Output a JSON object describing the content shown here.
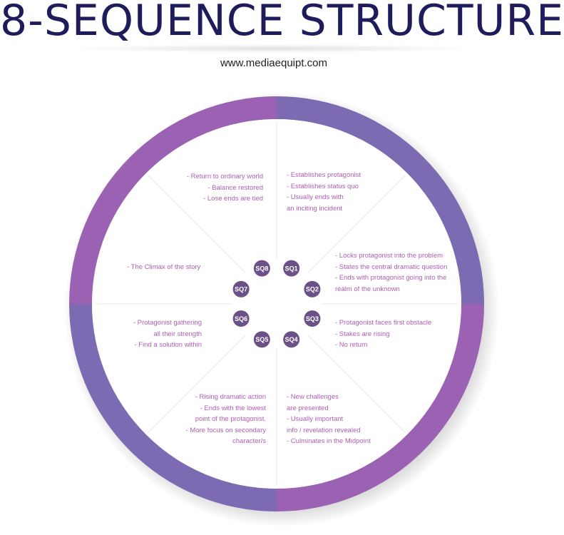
{
  "title": "8-SEQUENCE STRUCTURE",
  "url": "www.mediaequipt.com",
  "colors": {
    "title": "#1f1c5c",
    "ring_purple": "#9b62b3",
    "ring_violet": "#7c6ab3",
    "badge": "#6c5088",
    "text": "#b15db6"
  },
  "sequences": [
    {
      "label": "SQ1",
      "lines": [
        "- Establishes protagonist",
        "- Establishes status quo",
        "- Usually ends with",
        "an inciting incident"
      ]
    },
    {
      "label": "SQ2",
      "lines": [
        "- Locks protagonist into the problem",
        "- States the central dramatic question",
        "- Ends with protagonist going into the",
        "realm of the unknown"
      ]
    },
    {
      "label": "SQ3",
      "lines": [
        "- Protagonist faces first obstacle",
        "- Stakes are rising",
        "- No return"
      ]
    },
    {
      "label": "SQ4",
      "lines": [
        "- New challenges",
        "are presented",
        "- Usually important",
        "info / revelation revealed",
        "- Culminates in the Midpoint"
      ]
    },
    {
      "label": "SQ5",
      "lines": [
        "- Rising dramatic action",
        "- Ends with the lowest",
        "point of the protagonist.",
        "- More focus on secondary",
        "character/s"
      ]
    },
    {
      "label": "SQ6",
      "lines": [
        "- Protagonist gathering",
        "all their strength",
        "- Find a solution within"
      ]
    },
    {
      "label": "SQ7",
      "lines": [
        "- The Climax of the story"
      ]
    },
    {
      "label": "SQ8",
      "lines": [
        "- Return to ordinary world",
        "- Balance restored",
        "- Lose ends are tied"
      ]
    }
  ]
}
